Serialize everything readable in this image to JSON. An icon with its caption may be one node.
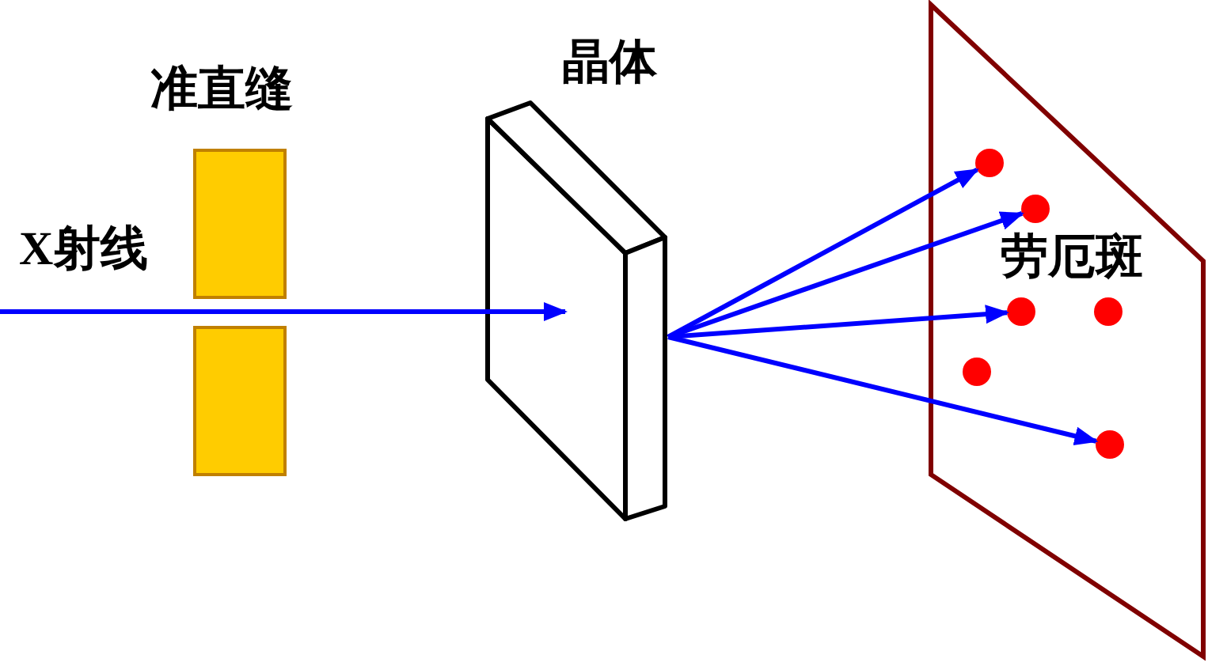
{
  "diagram": {
    "nodes": [
      {
        "text": [
          "晶体"
        ]
      },
      {
        "text": [
          "劳厄斑"
        ]
      },
      {
        "text": [],
        "shape": "circle",
        "in": 1
      },
      {
        "text": [],
        "shape": "circle",
        "in": 1
      },
      {
        "text": [],
        "shape": "circle",
        "in": 1
      },
      {
        "text": [],
        "shape": "circle",
        "in": 1
      },
      {
        "text": [],
        "shape": "circle",
        "in": 1
      },
      {
        "text": [],
        "shape": "circle",
        "in": 1
      }
    ],
    "edges": [
      {
        "from": null,
        "to": 0,
        "arrow": "to"
      },
      {
        "from": 0,
        "to": 2,
        "arrow": "to"
      },
      {
        "from": 0,
        "to": 3,
        "arrow": "to"
      },
      {
        "from": 0,
        "to": 4,
        "arrow": "to"
      },
      {
        "from": 0,
        "to": 7,
        "arrow": "to"
      }
    ],
    "labels": [
      "准直缝",
      "X射线"
    ]
  }
}
